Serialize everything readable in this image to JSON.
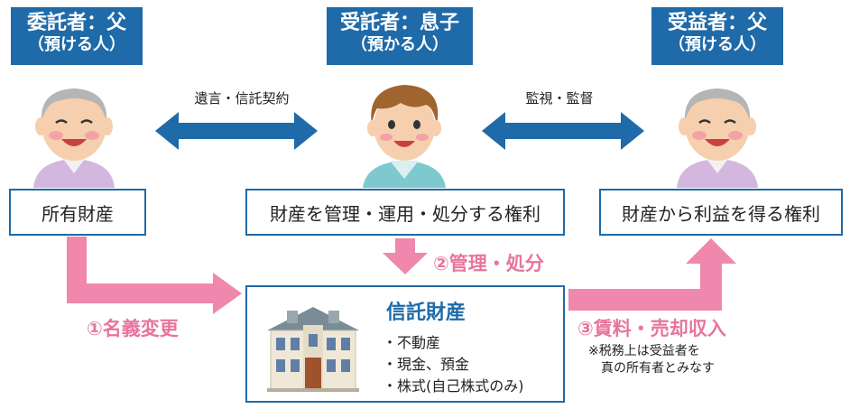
{
  "roles": [
    {
      "title": "委託者：父",
      "sub": "（預ける人）"
    },
    {
      "title": "受託者：息子",
      "sub": "（預かる人）"
    },
    {
      "title": "受益者：父",
      "sub": "（預ける人）"
    }
  ],
  "arrows": {
    "left_label": "遺言・信託契約",
    "right_label": "監視・監督"
  },
  "boxes": {
    "left": "所有財産",
    "center": "財産を管理・運用・処分する権利",
    "right": "財産から利益を得る権利"
  },
  "flow": {
    "step1": "①名義変更",
    "step2": "②管理・処分",
    "step3": "③賃料・売却収入"
  },
  "trust": {
    "title": "信託財産",
    "items": [
      "・不動産",
      "・現金、預金",
      "・株式(自己株式のみ)"
    ]
  },
  "note": {
    "line1": "※税務上は受益者を",
    "line2": "真の所有者とみなす"
  },
  "colors": {
    "role_bg": "#1f6aa8",
    "arrow_blue": "#1f6aa8",
    "flow_pink": "#ef88ac",
    "label_pink": "#e8749e"
  }
}
